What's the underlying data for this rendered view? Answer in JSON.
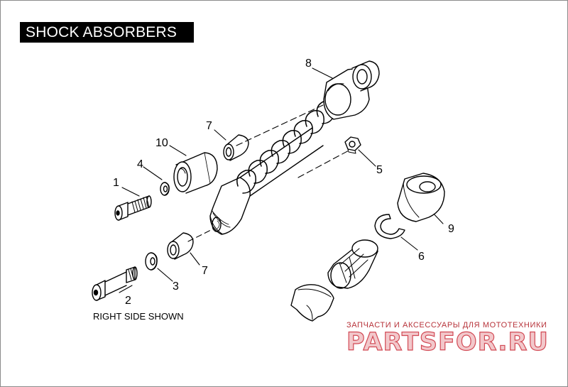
{
  "diagram": {
    "title": "SHOCK ABSORBERS",
    "caption": "RIGHT SIDE SHOWN",
    "callouts": {
      "c1": "1",
      "c2": "2",
      "c3": "3",
      "c4": "4",
      "c5": "5",
      "c6": "6",
      "c7a": "7",
      "c7b": "7",
      "c8": "8",
      "c9": "9",
      "c10": "10"
    },
    "parts": [
      "screw",
      "bolt",
      "washer",
      "washer",
      "nut",
      "retaining-ring",
      "bushing",
      "bushing",
      "shock-absorber",
      "cover",
      "spacer"
    ]
  },
  "watermark": {
    "subtitle": "ЗАПЧАСТИ И АКСЕССУАРЫ ДЛЯ МОТОТЕХНИКИ",
    "brand": "PARTSFOR.RU",
    "color": "#c8323c"
  }
}
